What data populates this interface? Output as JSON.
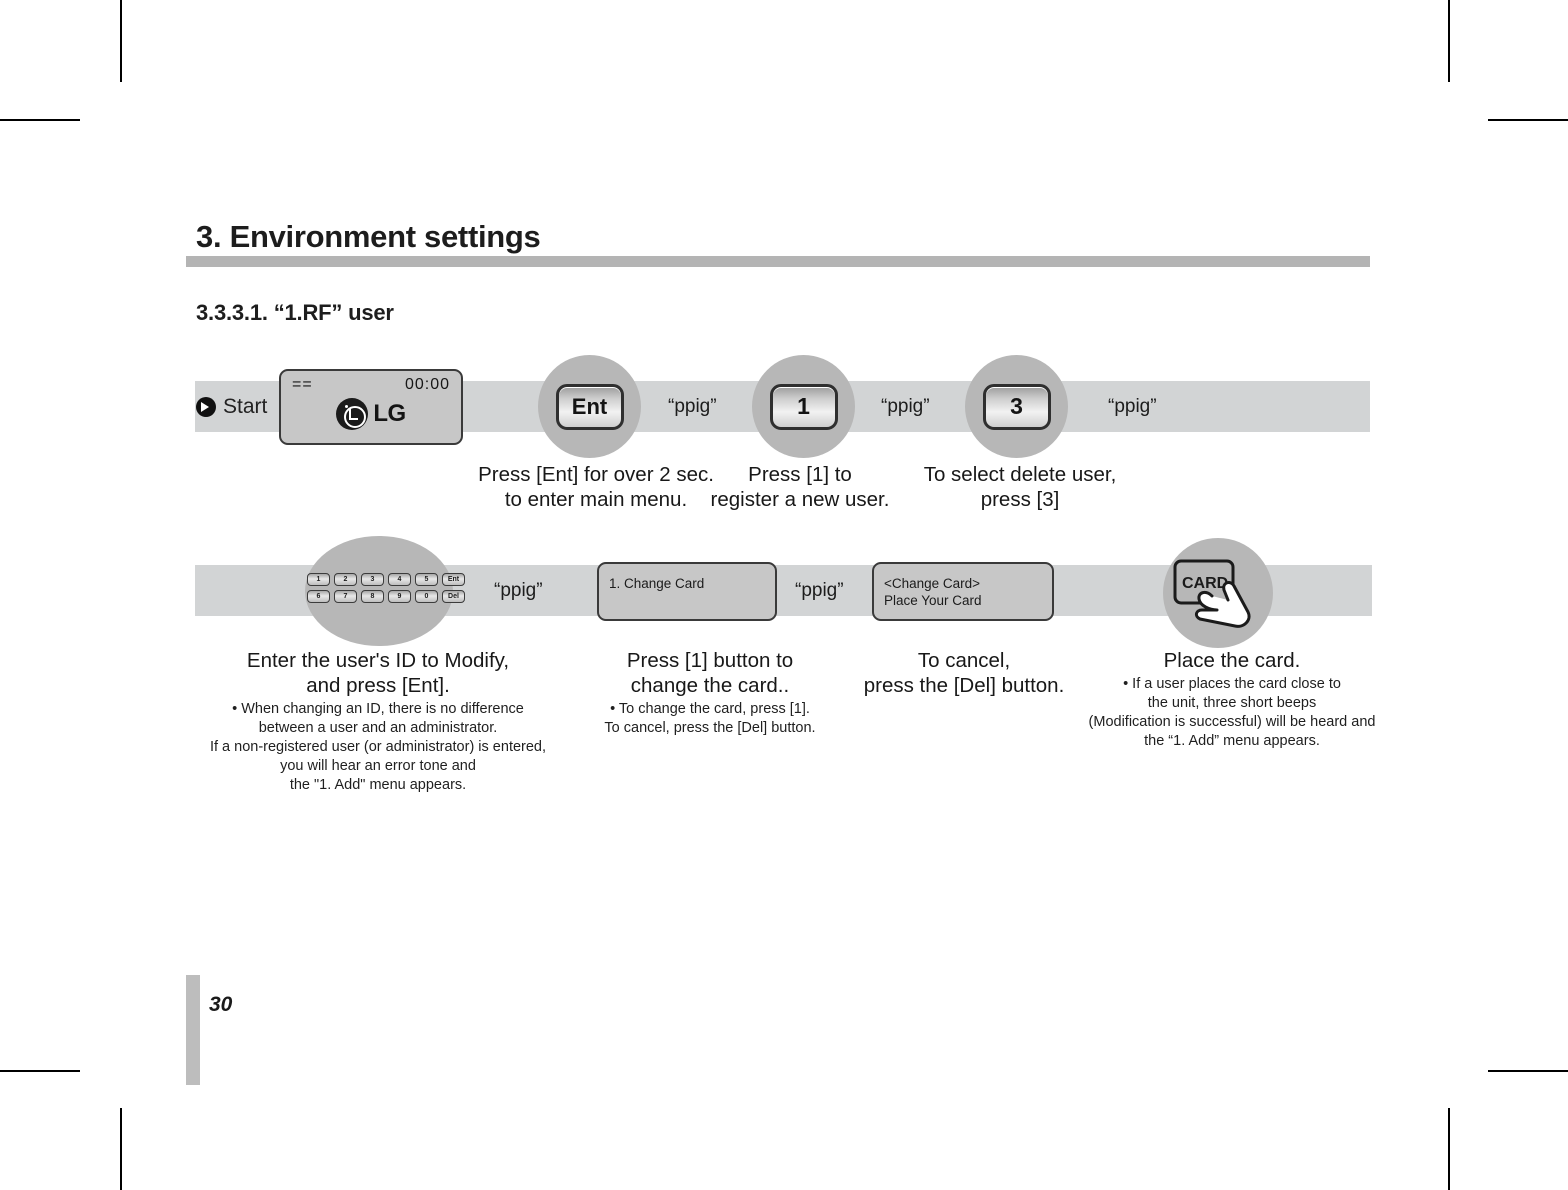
{
  "document": {
    "title": "3. Environment settings",
    "section": "3.3.3.1.  “1.RF”  user",
    "page_number": "30"
  },
  "flow_row_1": {
    "start_label": "Start",
    "lcd_start": {
      "left_indicator": "==",
      "clock": "00:00",
      "brand": "LG"
    },
    "steps": [
      {
        "key": "Ent",
        "sound": "“ppig”",
        "caption": "Press [Ent] for over 2 sec.\nto enter main menu."
      },
      {
        "key": "1",
        "sound": "“ppig”",
        "caption": "Press [1] to\nregister a new user."
      },
      {
        "key": "3",
        "sound": "“ppig”",
        "caption": "To select delete user,\npress [3]"
      }
    ]
  },
  "flow_row_2": {
    "keypad": {
      "row1": [
        "1",
        "2",
        "3",
        "4",
        "5",
        "Ent"
      ],
      "row2": [
        "6",
        "7",
        "8",
        "9",
        "0",
        "Del"
      ],
      "sound": "“ppig”",
      "caption": "Enter the user's ID to Modify,\nand press [Ent].",
      "note": "• When changing an ID, there is no difference\nbetween a user and an administrator.\nIf a non-registered user (or administrator) is entered,\nyou will hear an error tone and\nthe \"1. Add\" menu appears."
    },
    "lcd_change_card": {
      "line1": "1. Change Card",
      "sound": "“ppig”",
      "caption": "Press [1] button to\nchange the card..",
      "note": "• To change the card, press [1].\nTo cancel, press the [Del] button."
    },
    "lcd_place_card": {
      "line1": "<Change Card>",
      "line2": "Place Your Card",
      "caption": "To cancel,\npress the [Del] button."
    },
    "card_step": {
      "card_label": "CARD",
      "caption": "Place the card.",
      "note": "• If a user places the card close to\nthe unit, three short beeps\n(Modification is successful) will be heard and\nthe “1. Add”  menu appears."
    }
  },
  "colors": {
    "band": "#d2d4d5",
    "rule": "#b4b4b4",
    "circle": "#b7b7b7",
    "lcd": "#c7c7c7"
  }
}
